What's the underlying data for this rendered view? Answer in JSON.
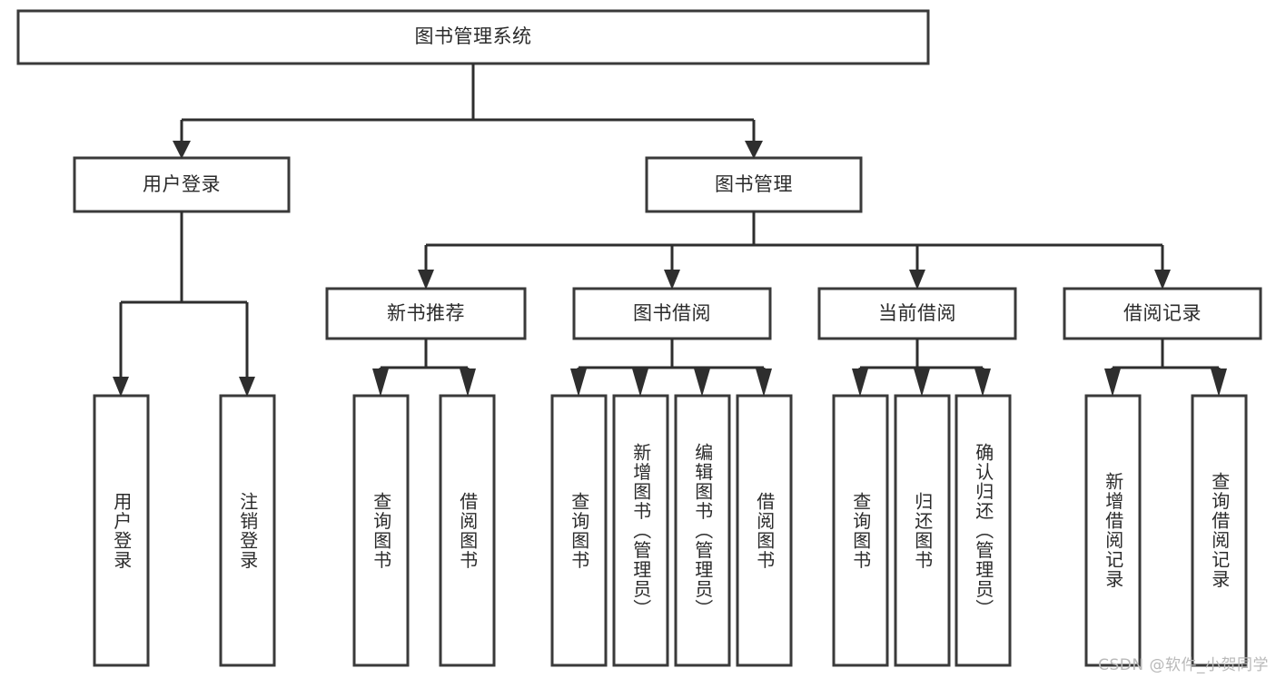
{
  "diagram": {
    "title": "图书管理系统",
    "type": "tree-hierarchy-chart",
    "watermark": "CSDN @软件_小贺同学",
    "colors": {
      "box_stroke": "#3a3a3a",
      "box_fill": "#ffffff",
      "connector": "#2e2e2e",
      "text": "#2b2b2b",
      "watermark": "#b9b9b9",
      "background": "#ffffff"
    },
    "root": {
      "label": "图书管理系统"
    },
    "level1": [
      {
        "label": "用户登录"
      },
      {
        "label": "图书管理"
      }
    ],
    "level2": [
      {
        "label": "新书推荐"
      },
      {
        "label": "图书借阅"
      },
      {
        "label": "当前借阅"
      },
      {
        "label": "借阅记录"
      }
    ],
    "leaves": {
      "user_login": [
        {
          "label": "用户登录"
        },
        {
          "label": "注销登录"
        }
      ],
      "new_book_recommend": [
        {
          "label": "查询图书"
        },
        {
          "label": "借阅图书"
        }
      ],
      "book_borrow": [
        {
          "label": "查询图书"
        },
        {
          "label": "新增图书（管理员）"
        },
        {
          "label": "编辑图书（管理员）"
        },
        {
          "label": "借阅图书"
        }
      ],
      "current_borrow": [
        {
          "label": "查询图书"
        },
        {
          "label": "归还图书"
        },
        {
          "label": "确认归还（管理员）"
        }
      ],
      "borrow_record": [
        {
          "label": "新增借阅记录"
        },
        {
          "label": "查询借阅记录"
        }
      ]
    }
  },
  "chart_data": {
    "type": "tree",
    "title": "图书管理系统",
    "nodes": [
      {
        "id": "root",
        "label": "图书管理系统",
        "level": 0,
        "parent": null
      },
      {
        "id": "n1",
        "label": "用户登录",
        "level": 1,
        "parent": "root"
      },
      {
        "id": "n2",
        "label": "图书管理",
        "level": 1,
        "parent": "root"
      },
      {
        "id": "n1a",
        "label": "用户登录",
        "level": 2,
        "parent": "n1"
      },
      {
        "id": "n1b",
        "label": "注销登录",
        "level": 2,
        "parent": "n1"
      },
      {
        "id": "n2a",
        "label": "新书推荐",
        "level": 2,
        "parent": "n2"
      },
      {
        "id": "n2b",
        "label": "图书借阅",
        "level": 2,
        "parent": "n2"
      },
      {
        "id": "n2c",
        "label": "当前借阅",
        "level": 2,
        "parent": "n2"
      },
      {
        "id": "n2d",
        "label": "借阅记录",
        "level": 2,
        "parent": "n2"
      },
      {
        "id": "n2a1",
        "label": "查询图书",
        "level": 3,
        "parent": "n2a"
      },
      {
        "id": "n2a2",
        "label": "借阅图书",
        "level": 3,
        "parent": "n2a"
      },
      {
        "id": "n2b1",
        "label": "查询图书",
        "level": 3,
        "parent": "n2b"
      },
      {
        "id": "n2b2",
        "label": "新增图书（管理员）",
        "level": 3,
        "parent": "n2b"
      },
      {
        "id": "n2b3",
        "label": "编辑图书（管理员）",
        "level": 3,
        "parent": "n2b"
      },
      {
        "id": "n2b4",
        "label": "借阅图书",
        "level": 3,
        "parent": "n2b"
      },
      {
        "id": "n2c1",
        "label": "查询图书",
        "level": 3,
        "parent": "n2c"
      },
      {
        "id": "n2c2",
        "label": "归还图书",
        "level": 3,
        "parent": "n2c"
      },
      {
        "id": "n2c3",
        "label": "确认归还（管理员）",
        "level": 3,
        "parent": "n2c"
      },
      {
        "id": "n2d1",
        "label": "新增借阅记录",
        "level": 3,
        "parent": "n2d"
      },
      {
        "id": "n2d2",
        "label": "查询借阅记录",
        "level": 3,
        "parent": "n2d"
      }
    ]
  }
}
